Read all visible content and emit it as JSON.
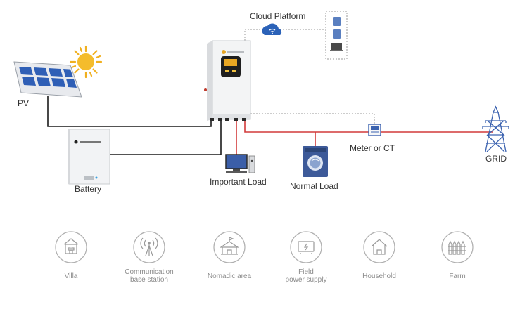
{
  "diagram": {
    "labels": {
      "cloud": "Cloud Platform",
      "pv": "PV",
      "battery": "Battery",
      "important_load": "Important Load",
      "normal_load": "Normal Load",
      "meter": "Meter or CT",
      "grid": "GRID"
    },
    "colors": {
      "dc_line": "#1a1a1a",
      "ac_line": "#d23a3a",
      "comm_line": "#9a9a9a",
      "sun": "#f0b020",
      "panel": "#2f5fb6",
      "inverter_body": "#f3f4f5",
      "inverter_accent": "#e8a623",
      "washer": "#3d5a99"
    },
    "icons": [
      "sun-icon",
      "solar-panel-icon",
      "battery-icon",
      "inverter-icon",
      "cloud-wifi-icon",
      "devices-icon",
      "computer-icon",
      "washing-machine-icon",
      "meter-icon",
      "transmission-tower-icon"
    ]
  },
  "applications": [
    {
      "name": "Villa",
      "icon": "villa-icon"
    },
    {
      "name": "Communication\nbase station",
      "icon": "antenna-icon"
    },
    {
      "name": "Nomadic area",
      "icon": "tent-icon"
    },
    {
      "name": "Field\npower supply",
      "icon": "power-supply-icon"
    },
    {
      "name": "Household",
      "icon": "house-icon"
    },
    {
      "name": "Farm",
      "icon": "fence-icon"
    }
  ]
}
